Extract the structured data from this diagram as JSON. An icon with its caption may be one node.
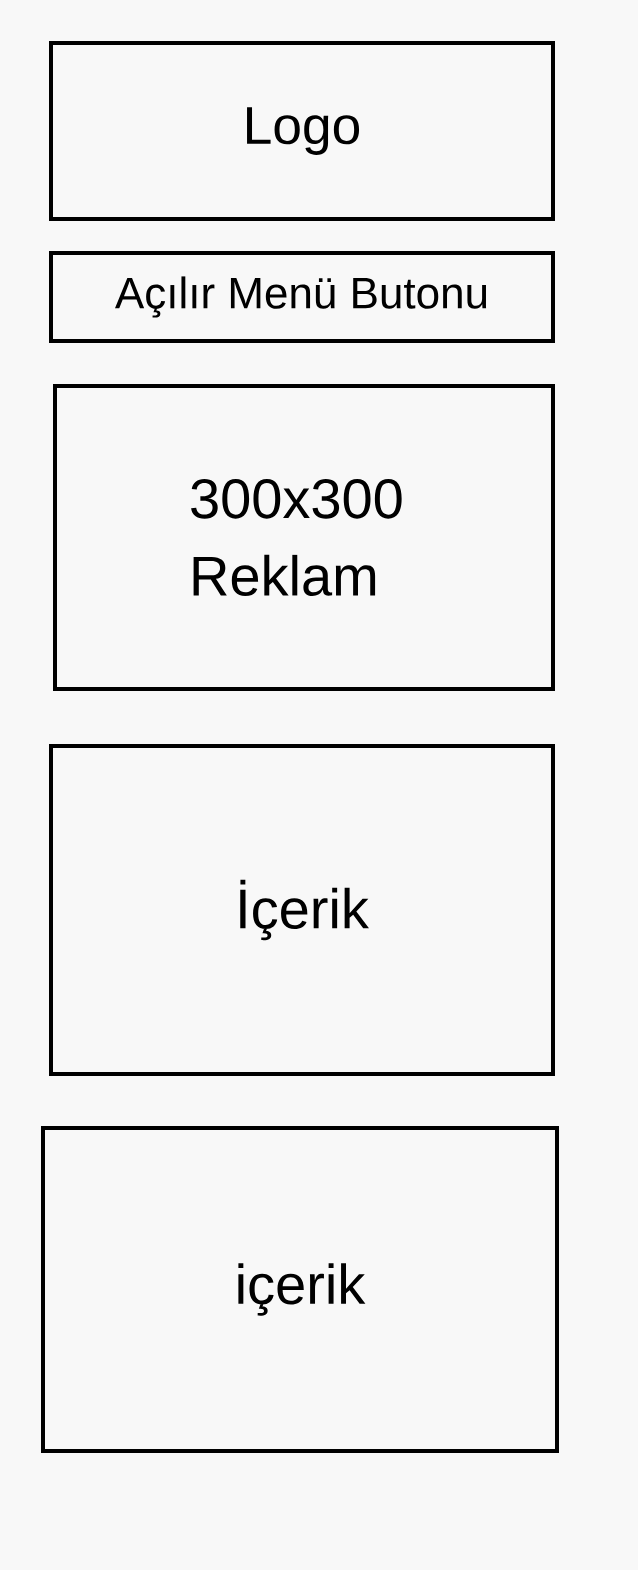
{
  "diagram": {
    "nodes": [
      {
        "text": [
          "Logo"
        ]
      },
      {
        "text": [
          "Açılır Menü Butonu"
        ]
      },
      {
        "text": [
          "300x300 Reklam"
        ]
      },
      {
        "text": [
          "İçerik"
        ]
      },
      {
        "text": [
          "içerik"
        ]
      }
    ]
  }
}
